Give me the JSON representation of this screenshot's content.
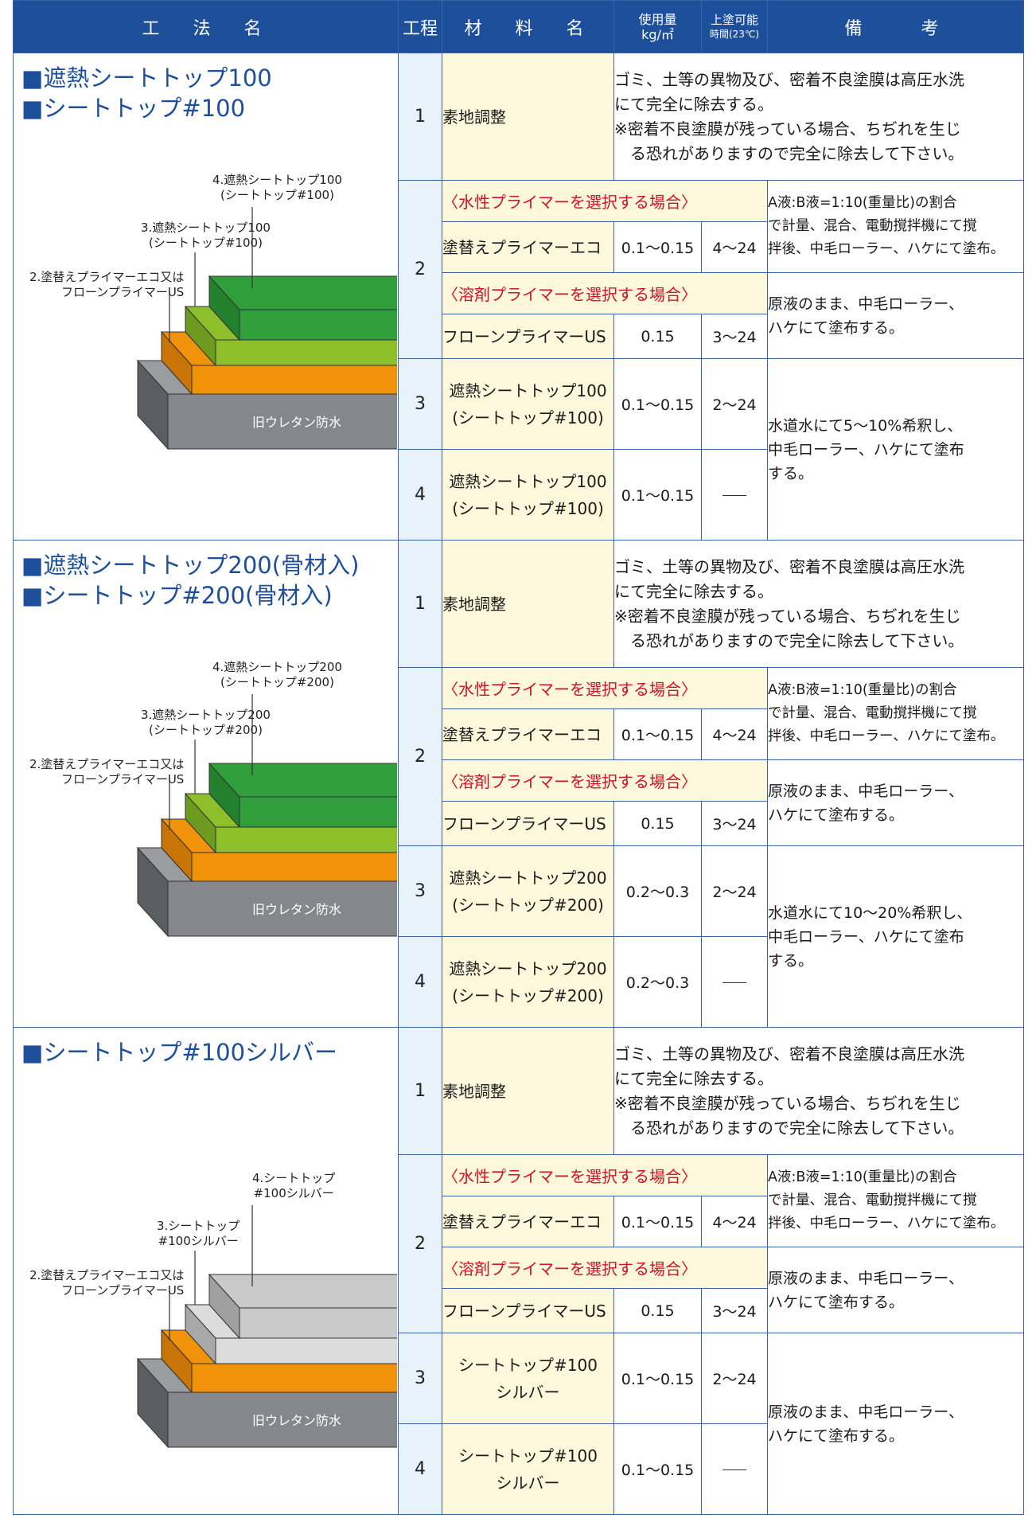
{
  "header": {
    "method": "工　法　名",
    "step": "工程",
    "material": "材　料　名",
    "usage_line1": "使用量",
    "usage_line2": "kg/㎡",
    "recoat_line1": "上塗可能",
    "recoat_line2": "時間(23℃)",
    "remarks": "備　　考"
  },
  "sections": [
    {
      "title1": "■遮熱シートトップ100",
      "title2": "■シートトップ#100",
      "layer4_1": "4.遮熱シートトップ100",
      "layer4_2": "(シートトップ#100)",
      "layer3_1": "3.遮熱シートトップ100",
      "layer3_2": "(シートトップ#100)",
      "layer2_1": "2.塗替えプライマーエコ又は",
      "layer2_2": "フローンプライマーUS",
      "base": "旧ウレタン防水",
      "step1": "1",
      "prep": "素地調整",
      "prep_note_1": "ゴミ、土等の異物及び、密着不良塗膜は高圧水洗",
      "prep_note_2": "にて完全に除去する。",
      "prep_note_3": "※密着不良塗膜が残っている場合、ちぢれを生じ",
      "prep_note_4": "る恐れがありますので完全に除去して下さい。",
      "step2": "2",
      "sel_water": "〈水性プライマーを選択する場合〉",
      "primer_eco": "塗替えプライマーエコ",
      "primer_eco_usage": "0.1～0.15",
      "primer_eco_time": "4～24",
      "primer_eco_note_1": "A液:B液=1:10(重量比)の割合",
      "primer_eco_note_2": "で計量、混合、電動撹拌機にて撹",
      "primer_eco_note_3": "拌後、中毛ローラー、ハケにて塗布。",
      "sel_solvent": "〈溶剤プライマーを選択する場合〉",
      "primer_us": "フローンプライマーUS",
      "primer_us_usage": "0.15",
      "primer_us_time": "3～24",
      "primer_us_note_1": "原液のまま、中毛ローラー、",
      "primer_us_note_2": "ハケにて塗布する。",
      "step3": "3",
      "top3_1": "遮熱シートトップ100",
      "top3_2": "(シートトップ#100)",
      "top3_usage": "0.1～0.15",
      "top3_time": "2～24",
      "step4": "4",
      "top4_1": "遮熱シートトップ100",
      "top4_2": "(シートトップ#100)",
      "top4_usage": "0.1～0.15",
      "top_note_1": "水道水にて5～10%希釈し、",
      "top_note_2": "中毛ローラー、ハケにて塗布",
      "top_note_3": "する。",
      "colors": {
        "top": "#2f9e3b",
        "mid": "#8cbf2a",
        "primer": "#f0930a",
        "base": "#85878c"
      }
    },
    {
      "title1": "■遮熱シートトップ200(骨材入)",
      "title2": "■シートトップ#200(骨材入)",
      "layer4_1": "4.遮熱シートトップ200",
      "layer4_2": "(シートトップ#200)",
      "layer3_1": "3.遮熱シートトップ200",
      "layer3_2": "(シートトップ#200)",
      "layer2_1": "2.塗替えプライマーエコ又は",
      "layer2_2": "フローンプライマーUS",
      "base": "旧ウレタン防水",
      "step1": "1",
      "prep": "素地調整",
      "prep_note_1": "ゴミ、土等の異物及び、密着不良塗膜は高圧水洗",
      "prep_note_2": "にて完全に除去する。",
      "prep_note_3": "※密着不良塗膜が残っている場合、ちぢれを生じ",
      "prep_note_4": "る恐れがありますので完全に除去して下さい。",
      "step2": "2",
      "sel_water": "〈水性プライマーを選択する場合〉",
      "primer_eco": "塗替えプライマーエコ",
      "primer_eco_usage": "0.1～0.15",
      "primer_eco_time": "4～24",
      "primer_eco_note_1": "A液:B液=1:10(重量比)の割合",
      "primer_eco_note_2": "で計量、混合、電動撹拌機にて撹",
      "primer_eco_note_3": "拌後、中毛ローラー、ハケにて塗布。",
      "sel_solvent": "〈溶剤プライマーを選択する場合〉",
      "primer_us": "フローンプライマーUS",
      "primer_us_usage": "0.15",
      "primer_us_time": "3～24",
      "primer_us_note_1": "原液のまま、中毛ローラー、",
      "primer_us_note_2": "ハケにて塗布する。",
      "step3": "3",
      "top3_1": "遮熱シートトップ200",
      "top3_2": "(シートトップ#200)",
      "top3_usage": "0.2～0.3",
      "top3_time": "2～24",
      "step4": "4",
      "top4_1": "遮熱シートトップ200",
      "top4_2": "(シートトップ#200)",
      "top4_usage": "0.2～0.3",
      "top_note_1": "水道水にて10～20%希釈し、",
      "top_note_2": "中毛ローラー、ハケにて塗布",
      "top_note_3": "する。",
      "colors": {
        "top": "#2f9e3b",
        "mid": "#8cbf2a",
        "primer": "#f0930a",
        "base": "#85878c"
      }
    },
    {
      "title1": "■シートトップ#100シルバー",
      "title2": "",
      "layer4_1": "4.シートトップ",
      "layer4_2": "#100シルバー",
      "layer3_1": "3.シートトップ",
      "layer3_2": "#100シルバー",
      "layer2_1": "2.塗替えプライマーエコ又は",
      "layer2_2": "フローンプライマーUS",
      "base": "旧ウレタン防水",
      "step1": "1",
      "prep": "素地調整",
      "prep_note_1": "ゴミ、土等の異物及び、密着不良塗膜は高圧水洗",
      "prep_note_2": "にて完全に除去する。",
      "prep_note_3": "※密着不良塗膜が残っている場合、ちぢれを生じ",
      "prep_note_4": "る恐れがありますので完全に除去して下さい。",
      "step2": "2",
      "sel_water": "〈水性プライマーを選択する場合〉",
      "primer_eco": "塗替えプライマーエコ",
      "primer_eco_usage": "0.1～0.15",
      "primer_eco_time": "4～24",
      "primer_eco_note_1": "A液:B液=1:10(重量比)の割合",
      "primer_eco_note_2": "で計量、混合、電動撹拌機にて撹",
      "primer_eco_note_3": "拌後、中毛ローラー、ハケにて塗布。",
      "sel_solvent": "〈溶剤プライマーを選択する場合〉",
      "primer_us": "フローンプライマーUS",
      "primer_us_usage": "0.15",
      "primer_us_time": "3～24",
      "primer_us_note_1": "原液のまま、中毛ローラー、",
      "primer_us_note_2": "ハケにて塗布する。",
      "step3": "3",
      "top3_1": "シートトップ#100",
      "top3_2": "シルバー",
      "top3_usage": "0.1～0.15",
      "top3_time": "2～24",
      "step4": "4",
      "top4_1": "シートトップ#100",
      "top4_2": "シルバー",
      "top4_usage": "0.1～0.15",
      "top_note_1": "原液のまま、中毛ローラー、",
      "top_note_2": "ハケにて塗布する。",
      "top_note_3": "",
      "colors": {
        "top": "#c9c9c9",
        "mid": "#dcdcdc",
        "primer": "#f0930a",
        "base": "#85878c"
      }
    }
  ]
}
